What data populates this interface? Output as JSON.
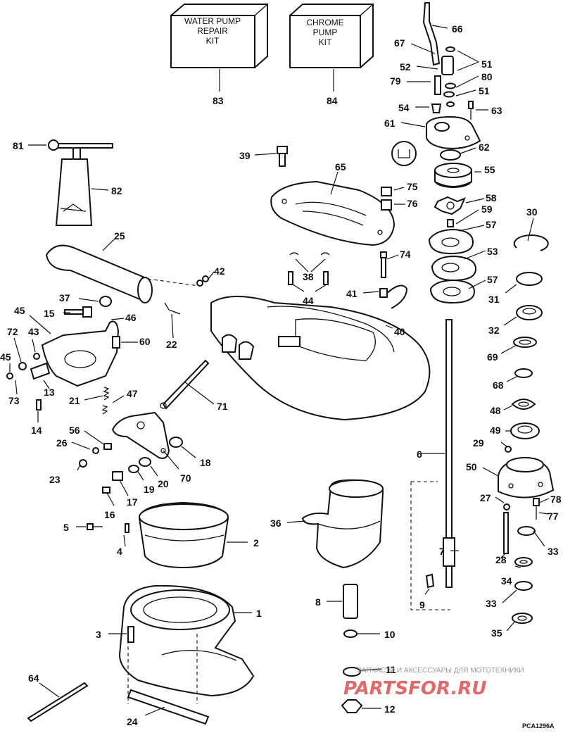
{
  "kits": {
    "water_pump_repair_kit": [
      "WATER PUMP",
      "REPAIR",
      "KIT"
    ],
    "chrome_pump_kit": [
      "CHROME",
      "PUMP",
      "KIT"
    ]
  },
  "callouts": [
    "83",
    "84",
    "66",
    "67",
    "51",
    "52",
    "80",
    "79",
    "51",
    "54",
    "63",
    "61",
    "62",
    "81",
    "39",
    "65",
    "55",
    "75",
    "82",
    "76",
    "58",
    "59",
    "30",
    "25",
    "57",
    "53",
    "74",
    "42",
    "38",
    "44",
    "37",
    "41",
    "57",
    "31",
    "45",
    "15",
    "46",
    "40",
    "22",
    "32",
    "72",
    "43",
    "60",
    "69",
    "45",
    "13",
    "21",
    "73",
    "68",
    "47",
    "71",
    "48",
    "14",
    "56",
    "49",
    "26",
    "18",
    "29",
    "6",
    "50",
    "23",
    "70",
    "20",
    "19",
    "17",
    "27",
    "78",
    "77",
    "16",
    "36",
    "5",
    "2",
    "7",
    "28",
    "33",
    "4",
    "34",
    "8",
    "9",
    "33",
    "1",
    "3",
    "10",
    "35",
    "11",
    "64",
    "12",
    "24"
  ],
  "watermark": {
    "top": "ЗАПЧАСТИ И АКСЕССУАРЫ ДЛЯ МОТОТЕХНИКИ",
    "brand": "PARTSFOR.RU"
  },
  "drawing_code": "PCA1296A"
}
